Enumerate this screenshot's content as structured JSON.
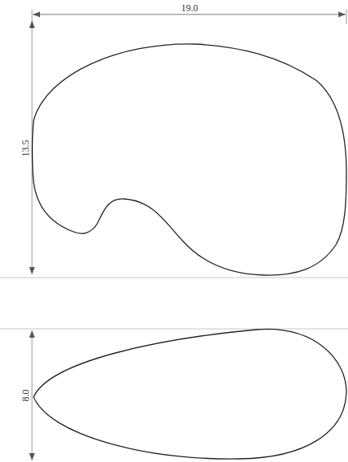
{
  "diagram": {
    "labels": [
      "19.0",
      "13.5",
      "8.0"
    ]
  }
}
